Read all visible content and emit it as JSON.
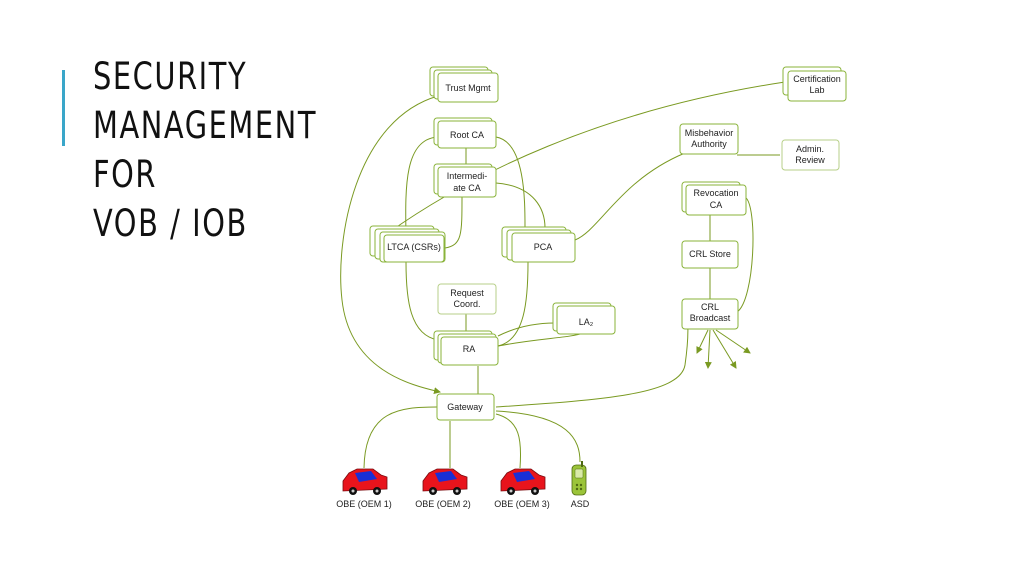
{
  "slide": {
    "title_lines": [
      "SECURITY",
      "MANAGEMENT",
      "FOR",
      "VOB / IOB"
    ],
    "accent_color": "#3aa6c9"
  },
  "diagram": {
    "line_color": "#7a9a22",
    "nodes": {
      "trust_mgmt": [
        "Trust Mgmt"
      ],
      "root_ca": [
        "Root CA"
      ],
      "intermediate_ca": [
        "Intermedi-",
        "ate CA"
      ],
      "ltca": [
        "LTCA (CSRs)"
      ],
      "pca": [
        "PCA"
      ],
      "request_coord": [
        "Request",
        "Coord."
      ],
      "la2": [
        "LA₂"
      ],
      "ra": [
        "RA"
      ],
      "gateway": [
        "Gateway"
      ],
      "certification_lab": [
        "Certification",
        "Lab"
      ],
      "misbehavior_authority": [
        "Misbehavior",
        "Authority"
      ],
      "admin_review": [
        "Admin.",
        "Review"
      ],
      "revocation_ca": [
        "Revocation",
        "CA"
      ],
      "crl_store": [
        "CRL Store"
      ],
      "crl_broadcast": [
        "CRL",
        "Broadcast"
      ]
    },
    "vehicles": [
      {
        "label": "OBE (OEM 1)",
        "icon": "car-icon"
      },
      {
        "label": "OBE (OEM 2)",
        "icon": "car-icon"
      },
      {
        "label": "OBE (OEM 3)",
        "icon": "car-icon"
      }
    ],
    "asd": {
      "label": "ASD",
      "icon": "handheld-device-icon"
    }
  }
}
